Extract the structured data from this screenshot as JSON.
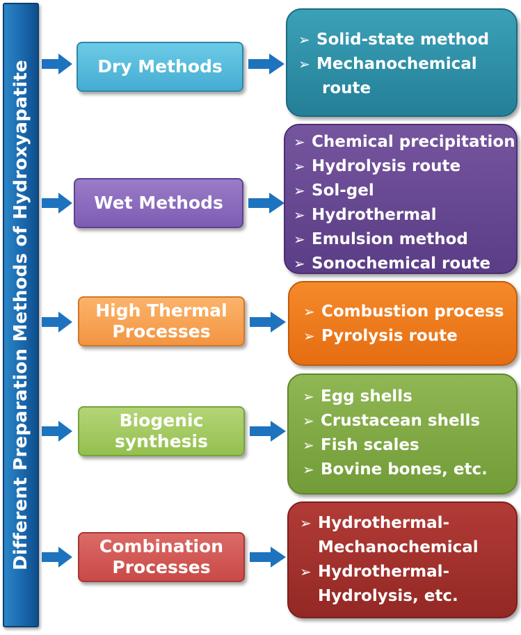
{
  "title": "Different Preparation Methods of Hydroxyapatite",
  "bullet_glyph": "➢",
  "rows": [
    {
      "category": [
        "Dry Methods"
      ],
      "items": [
        [
          "Solid-state method"
        ],
        [
          "Mechanochemical",
          "route"
        ]
      ],
      "colors": {
        "category": "#56bcdc",
        "details": "#2f90a7"
      }
    },
    {
      "category": [
        "Wet Methods"
      ],
      "items": [
        [
          "Chemical precipitation"
        ],
        [
          "Hydrolysis route"
        ],
        [
          "Sol-gel"
        ],
        [
          "Hydrothermal"
        ],
        [
          "Emulsion method"
        ],
        [
          "Sonochemical route"
        ]
      ],
      "colors": {
        "category": "#8b6cbd",
        "details": "#674a92"
      }
    },
    {
      "category": [
        "High Thermal",
        "Processes"
      ],
      "items": [
        [
          "Combustion process"
        ],
        [
          "Pyrolysis route"
        ]
      ],
      "colors": {
        "category": "#f7a456",
        "details": "#ed7b1e"
      }
    },
    {
      "category": [
        "Biogenic",
        "synthesis"
      ],
      "items": [
        [
          "Egg shells"
        ],
        [
          "Crustacean shells"
        ],
        [
          "Fish scales"
        ],
        [
          "Bovine bones, etc."
        ]
      ],
      "colors": {
        "category": "#a4ca62",
        "details": "#80aa46"
      }
    },
    {
      "category": [
        "Combination",
        "Processes"
      ],
      "items": [
        [
          "Hydrothermal-",
          "Mechanochemical"
        ],
        [
          "Hydrothermal-",
          "Hydrolysis, etc."
        ]
      ],
      "colors": {
        "category": "#d25a56",
        "details": "#a2322d"
      }
    }
  ]
}
